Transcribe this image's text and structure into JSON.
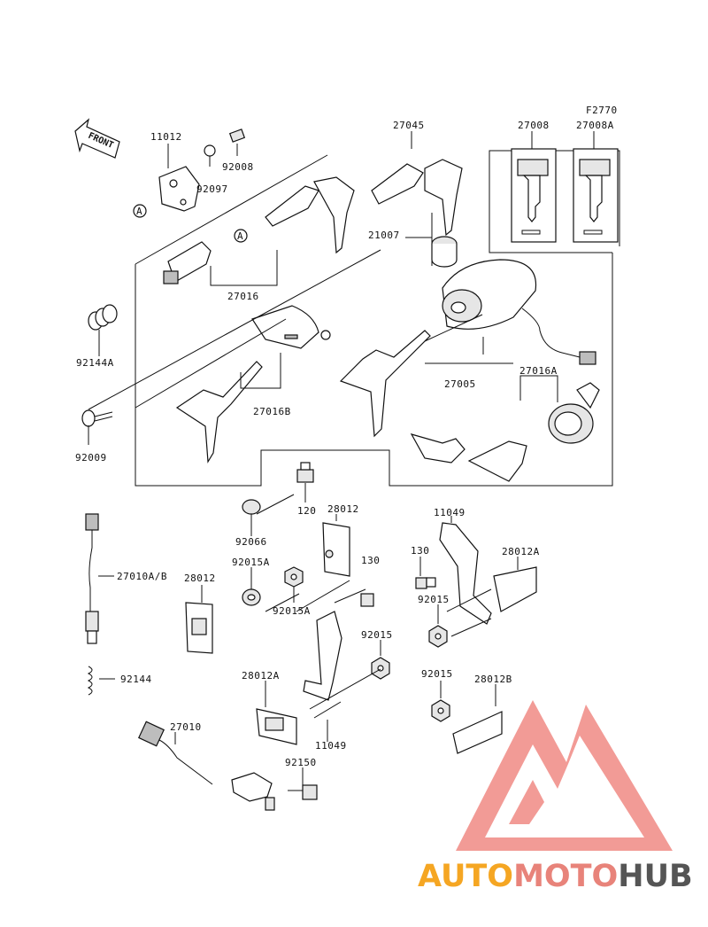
{
  "diagram": {
    "figure_code": "F2770",
    "front_label": "FRONT",
    "ref_letter": "A",
    "part_labels": {
      "p11012": "11012",
      "p92008": "92008",
      "p92097": "92097",
      "p27045": "27045",
      "p27008": "27008",
      "p27008A": "27008A",
      "p21007": "21007",
      "p27016": "27016",
      "p92144A": "92144A",
      "p27016B": "27016B",
      "p27005": "27005",
      "p27016A": "27016A",
      "p92009": "92009",
      "p120": "120",
      "p28012_top": "28012",
      "p11049_top": "11049",
      "p92066": "92066",
      "p130_mid": "130",
      "p130_right": "130",
      "p28012A_right": "28012A",
      "p27010AB": "27010A/B",
      "p92015A_left": "92015A",
      "p28012_left": "28012",
      "p92015A_mid": "92015A",
      "p92015_right": "92015",
      "p92015_mid": "92015",
      "p92144": "92144",
      "p28012A_left": "28012A",
      "p92015_low": "92015",
      "p28012B": "28012B",
      "p27010": "27010",
      "p11049_low": "11049",
      "p92150": "92150"
    }
  },
  "watermark": {
    "brand_part1": "AUTO",
    "brand_part2": "MOTO",
    "brand_part3": "HUB",
    "color_1": "#f5a623",
    "color_2": "#e8837a",
    "color_3": "#555555"
  }
}
